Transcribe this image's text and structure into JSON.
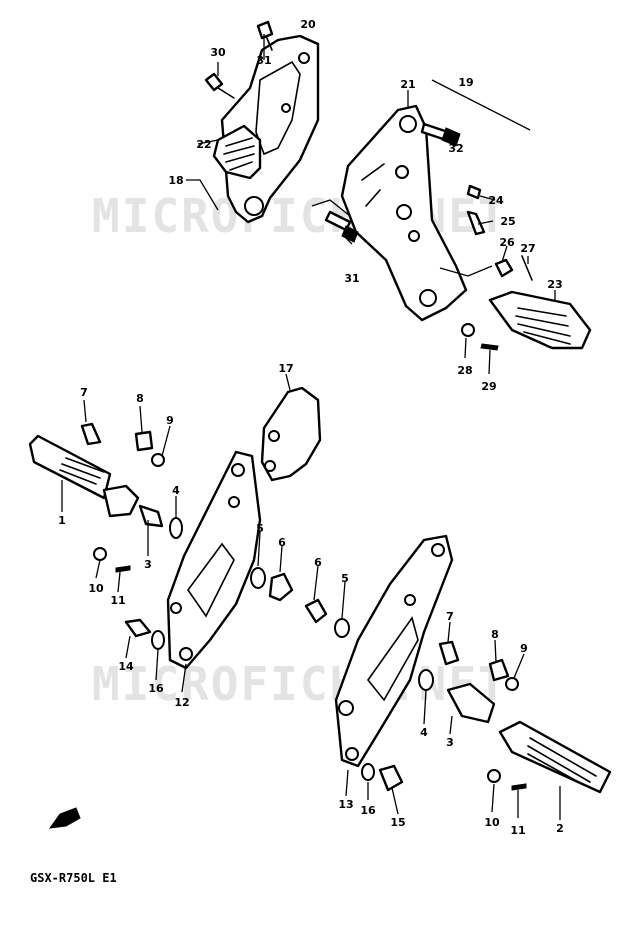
{
  "diagram": {
    "watermark": "MICROFICHE.NET",
    "model_code": "GSX-R750L E1",
    "callouts": {
      "c1": "1",
      "c2": "2",
      "c3a": "3",
      "c3b": "3",
      "c4a": "4",
      "c4b": "4",
      "c5a": "5",
      "c5b": "5",
      "c6a": "6",
      "c6b": "6",
      "c7a": "7",
      "c7b": "7",
      "c8a": "8",
      "c8b": "8",
      "c9a": "9",
      "c9b": "9",
      "c10a": "10",
      "c10b": "10",
      "c11a": "11",
      "c11b": "11",
      "c12": "12",
      "c13": "13",
      "c14": "14",
      "c15": "15",
      "c16a": "16",
      "c16b": "16",
      "c17": "17",
      "c18": "18",
      "c19": "19",
      "c20": "20",
      "c21": "21",
      "c22": "22",
      "c23": "23",
      "c24": "24",
      "c25": "25",
      "c26": "26",
      "c27": "27",
      "c28": "28",
      "c29": "29",
      "c30": "30",
      "c31a": "31",
      "c31b": "31",
      "c32": "32"
    }
  }
}
